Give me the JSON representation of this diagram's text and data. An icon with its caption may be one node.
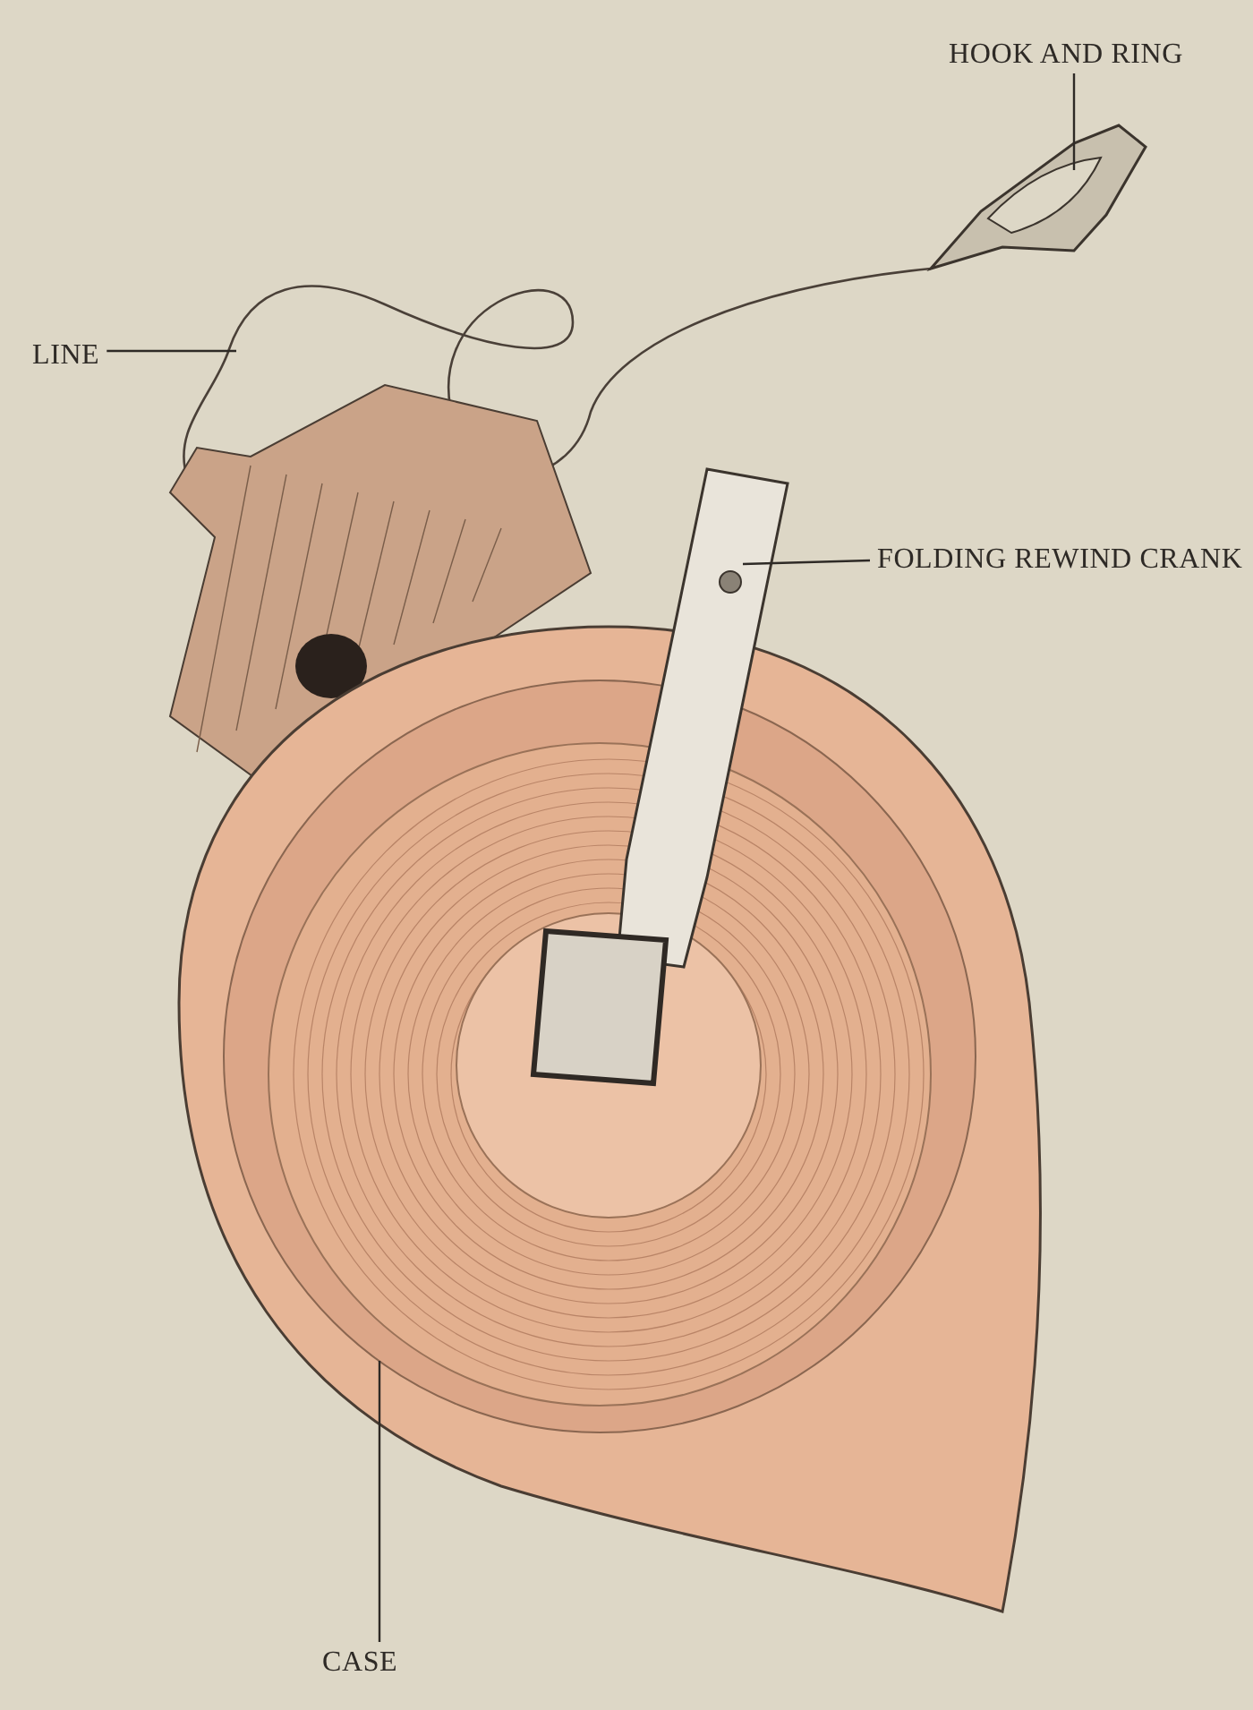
{
  "diagram": {
    "nodes": [
      {
        "text": [
          "HOOK AND RING"
        ]
      },
      {
        "text": [
          "LINE"
        ]
      },
      {
        "text": [
          "FOLDING REWIND CRANK"
        ]
      },
      {
        "text": [
          "CASE"
        ]
      }
    ],
    "edges": [
      {
        "from": 0,
        "to": null,
        "arrow": "none"
      },
      {
        "from": 1,
        "to": null,
        "arrow": "none"
      },
      {
        "from": 2,
        "to": null,
        "arrow": "none"
      },
      {
        "from": 3,
        "to": null,
        "arrow": "none"
      }
    ]
  }
}
